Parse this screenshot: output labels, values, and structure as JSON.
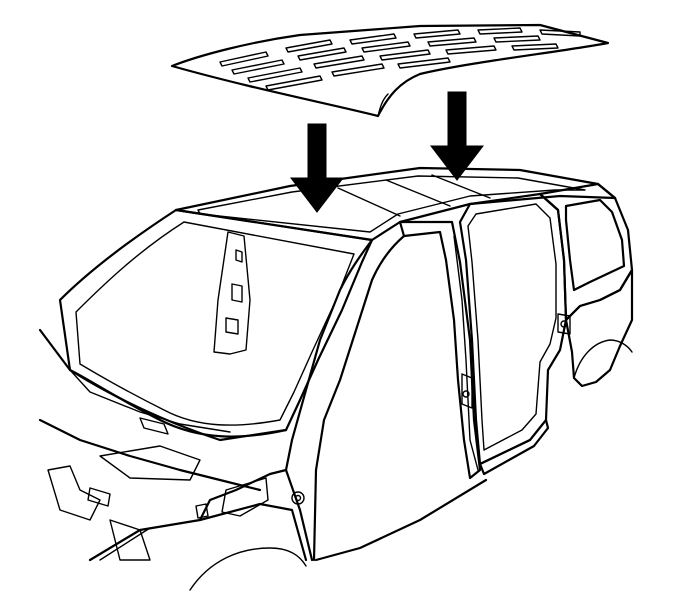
{
  "diagram": {
    "kind": "line-art",
    "parts": [
      {
        "id": "roof-panel",
        "icon": "roof-panel-icon"
      },
      {
        "id": "vehicle-body-frame",
        "icon": "van-body-icon"
      }
    ],
    "arrows": [
      {
        "id": "front-arrow",
        "direction": "down"
      },
      {
        "id": "rear-arrow",
        "direction": "down"
      }
    ],
    "colors": {
      "stroke": "#000000",
      "background": "#ffffff"
    }
  }
}
